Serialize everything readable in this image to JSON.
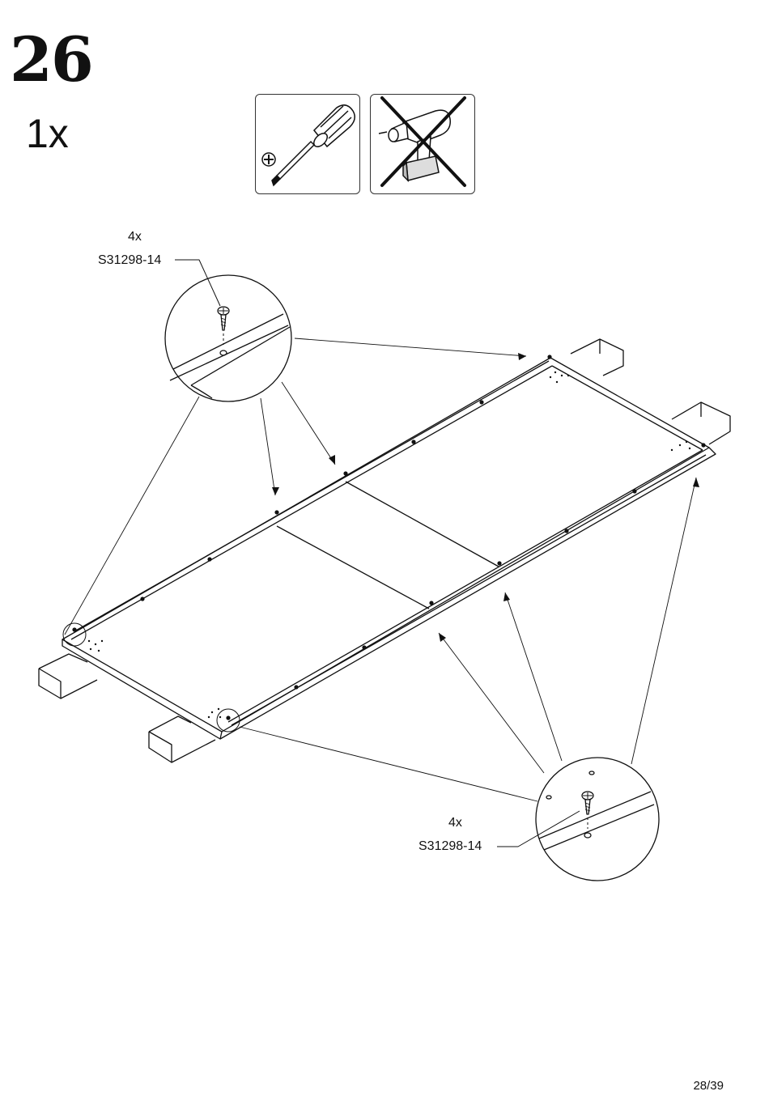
{
  "step": {
    "number": "26",
    "quantity": "1x"
  },
  "tools": {
    "allowed": {
      "icon": "phillips-screwdriver-icon"
    },
    "forbidden": {
      "icon": "power-drill-crossed-icon"
    }
  },
  "callouts": {
    "top": {
      "quantity": "4x",
      "part_code": "S31298-14"
    },
    "bottom": {
      "quantity": "4x",
      "part_code": "S31298-14"
    }
  },
  "page": {
    "number": "28/39"
  }
}
